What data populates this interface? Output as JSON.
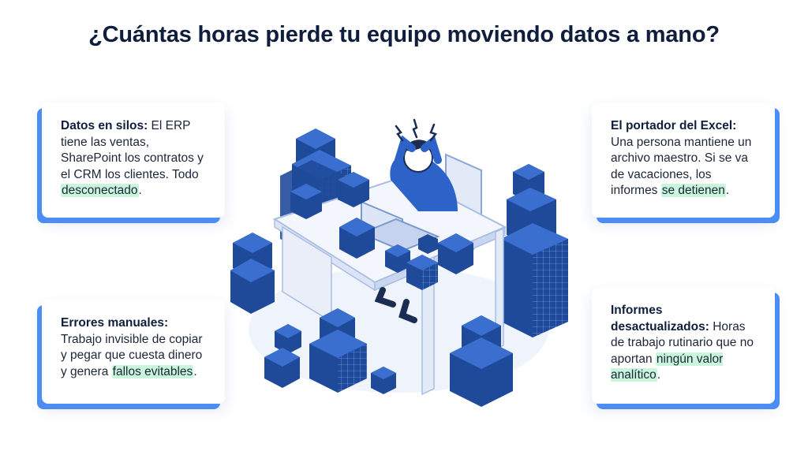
{
  "title": "¿Cuántas horas pierde tu equipo moviendo datos a mano?",
  "cards": [
    {
      "heading": "Datos en silos:",
      "body_1": " El ERP tiene las ventas, SharePoint los contratos y el CRM los clientes. Todo ",
      "highlight": "desconectado",
      "body_2": "."
    },
    {
      "heading": "El portador del Excel:",
      "body_1": " Una persona mantiene un archivo maestro. Si se va de vacaciones, los informes ",
      "highlight": "se detienen",
      "body_2": "."
    },
    {
      "heading": "Errores manuales:",
      "body_1": " Trabajo invisible de copiar y pegar que cuesta dinero y genera ",
      "highlight": "fallos evitables",
      "body_2": "."
    },
    {
      "heading": "Informes desactualizados:",
      "body_1": " Horas de trabajo rutinario que no aportan ",
      "highlight": "ningún valor analítico",
      "body_2": "."
    }
  ],
  "colors": {
    "title": "#0f1e3c",
    "accent_blue": "#4b8df5",
    "highlight_green": "#c8f5dc",
    "cube_dark": "#1f4a9a",
    "cube_light": "#3a6fd0"
  },
  "icons": [
    "stressed-worker-icon",
    "laptop-icon",
    "desk-icon",
    "office-chair-icon",
    "data-cube-icon",
    "stress-spark-icon"
  ]
}
